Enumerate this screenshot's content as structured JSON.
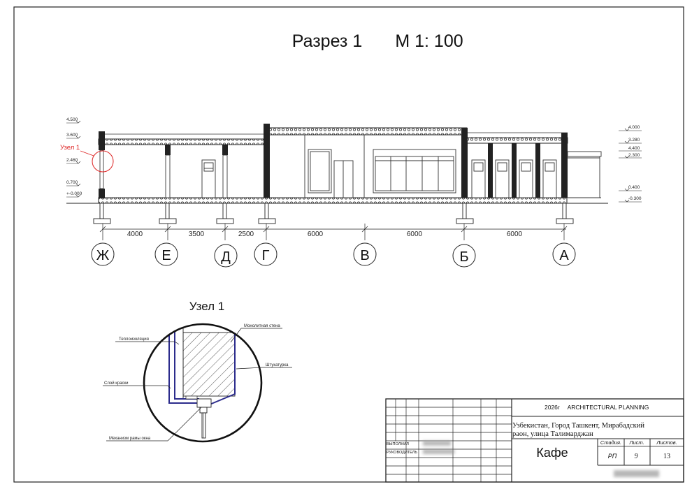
{
  "title": {
    "section": "Разрез 1",
    "scale": "М 1: 100"
  },
  "left_levels": [
    "4.500",
    "3.600",
    "2.460",
    "0.700",
    "+-0.000"
  ],
  "right_levels": [
    "4.000",
    "3.280",
    "4.400",
    "2.300",
    "0.400",
    "-0.300"
  ],
  "node_callout": "Узел 1",
  "dimensions": [
    "4000",
    "3500",
    "2500",
    "6000",
    "6000",
    "6000"
  ],
  "axes": [
    "Ж",
    "Е",
    "Д",
    "Г",
    "В",
    "Б",
    "А"
  ],
  "node_detail": {
    "title": "Узел 1",
    "labels": {
      "insulation": "Теплоизоляция",
      "monolithic_wall": "Монолитная стена",
      "plaster": "Штукатурка",
      "paint_layer": "Слой краски",
      "window_mechanism": "Механизм рамы окна"
    }
  },
  "title_block": {
    "year": "2026г",
    "org": "ARCHITECTURAL PLANNING",
    "address_line1": "Узбекистан, Город Ташкент, Мирабадский",
    "address_line2": "раон, улица Талимарджан",
    "project": "Кафе",
    "executed_label": "ВЫПОЛНИЛ",
    "supervisor_label": "РУКОВОДИТЕЛЬ",
    "stage_label": "Стадия.",
    "sheet_label": "Лист.",
    "sheets_label": "Листов.",
    "stage": "РП",
    "sheet": "9",
    "sheets": "13"
  }
}
